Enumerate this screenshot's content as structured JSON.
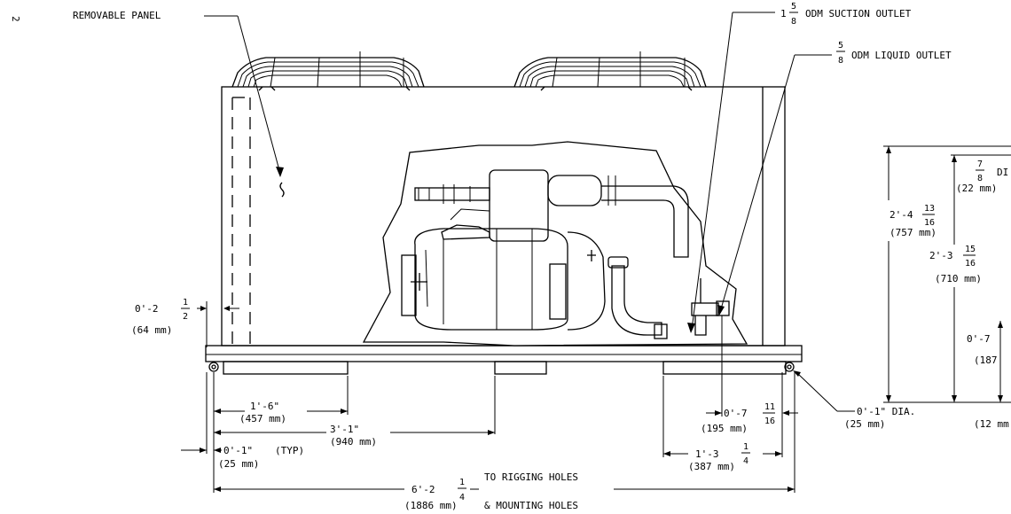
{
  "page_number": "2",
  "callouts": {
    "removable_panel": "REMOVABLE PANEL",
    "suction_whole": "1",
    "suction_num": "5",
    "suction_den": "8",
    "suction_label": "ODM SUCTION OUTLET",
    "liquid_num": "5",
    "liquid_den": "8",
    "liquid_label": "ODM LIQUID OUTLET"
  },
  "dimensions": {
    "side_offset": {
      "value": "0'-2",
      "num": "1",
      "den": "2",
      "mm": "(64 mm)"
    },
    "d_1_6": {
      "value": "1'-6\"",
      "mm": "(457 mm)"
    },
    "d_3_1": {
      "value": "3'-1\"",
      "mm": "(940 mm)"
    },
    "d_0_1_typ": {
      "value": "0'-1\"",
      "suffix": "(TYP)",
      "mm": "(25 mm)"
    },
    "d_0_7": {
      "value": "0'-7",
      "num": "11",
      "den": "16",
      "mm": "(195 mm)"
    },
    "d_1_3": {
      "value": "1'-3",
      "num": "1",
      "den": "4",
      "mm": "(387 mm)"
    },
    "d_hole": {
      "value": "0'-1\" DIA.",
      "mm": "(25 mm)"
    },
    "d_overall": {
      "value": "6'-2",
      "num": "1",
      "den": "4",
      "mm": "(1886 mm)",
      "note1": "TO RIGGING HOLES",
      "note2": "& MOUNTING HOLES"
    }
  },
  "side_view": {
    "h1": {
      "value": "2'-4",
      "num": "13",
      "den": "16",
      "mm": "(757 mm)"
    },
    "h2": {
      "value": "2'-3",
      "num": "15",
      "den": "16",
      "mm": "(710 mm)"
    },
    "dia": {
      "num": "7",
      "den": "8",
      "label": "DI",
      "mm": "(22 mm)"
    },
    "h3": {
      "value": "0'-7",
      "mm": "(187"
    },
    "w": {
      "mm": "(12 mm"
    }
  }
}
